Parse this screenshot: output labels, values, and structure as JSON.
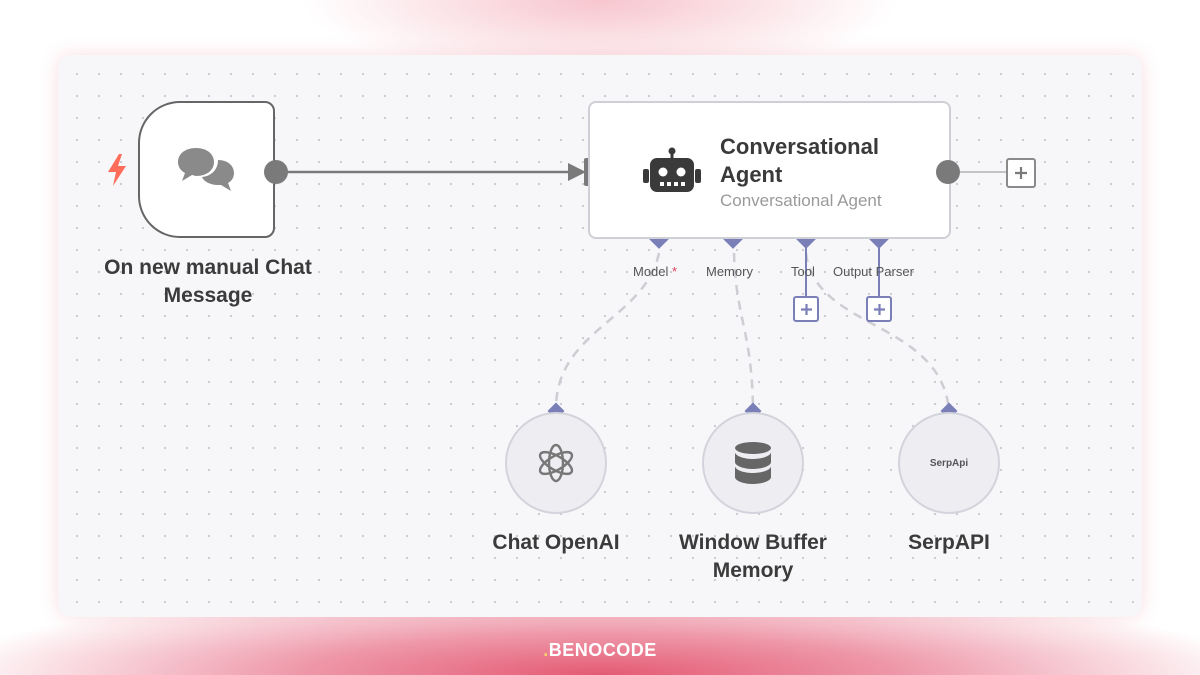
{
  "nodes": {
    "trigger": {
      "label": "On new manual Chat Message",
      "icon": "chat-bubbles-icon",
      "badge_icon": "lightning-bolt-icon"
    },
    "agent": {
      "title": "Conversational Agent",
      "subtitle": "Conversational Agent",
      "icon": "robot-icon",
      "ports": {
        "model": "Model",
        "model_required_mark": "*",
        "memory": "Memory",
        "tool": "Tool",
        "output_parser": "Output Parser"
      }
    },
    "chat_openai": {
      "label": "Chat OpenAI",
      "icon": "openai-logo-icon"
    },
    "window_buffer_memory": {
      "label": "Window Buffer Memory",
      "icon": "database-icon"
    },
    "serpapi": {
      "label": "SerpAPI",
      "logo_text": "SerpApi"
    }
  },
  "footer": {
    "brand": "BENOCODE",
    "brand_prefix": "."
  },
  "colors": {
    "connector": "#7a7a7a",
    "sub_port": "#7b7fb8",
    "trigger_bolt": "#ff6d5a",
    "required": "#e0405a",
    "brand_bar": "#e45a74"
  }
}
